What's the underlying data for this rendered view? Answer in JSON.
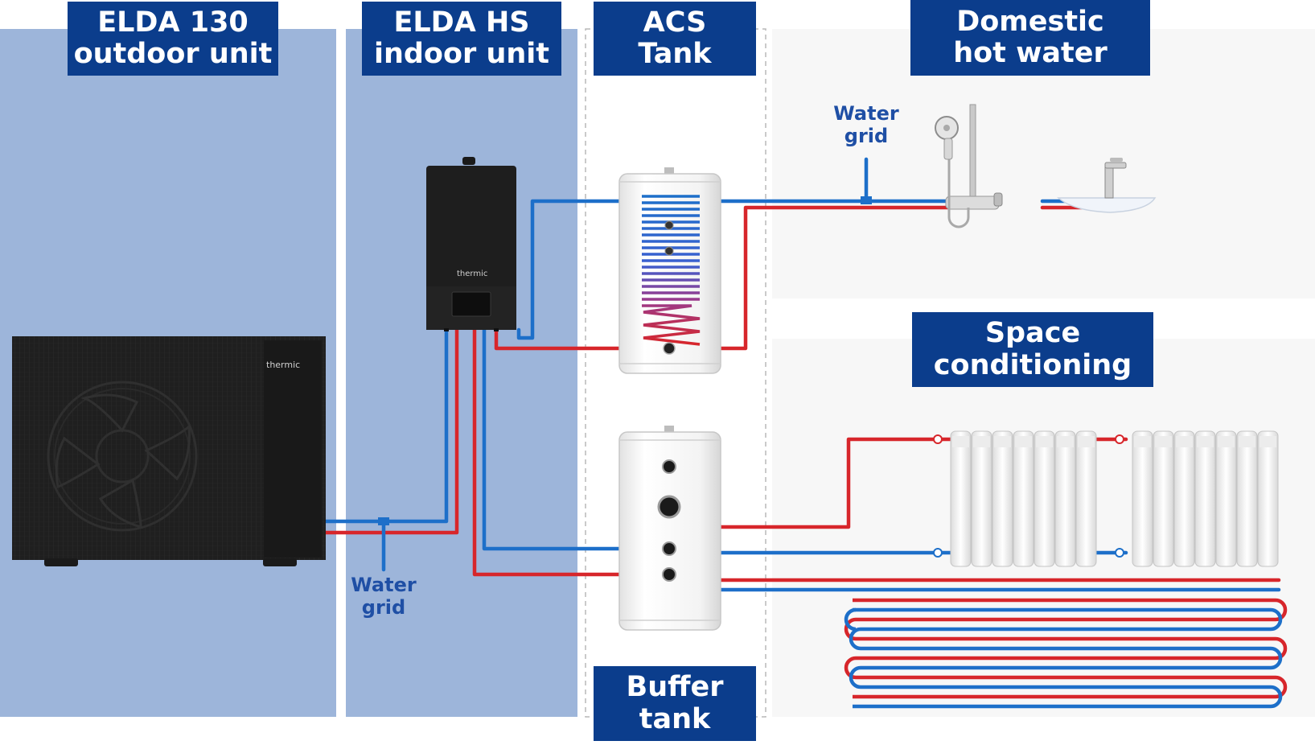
{
  "sections": {
    "outdoor": {
      "line1": "ELDA 130",
      "line2": "outdoor unit"
    },
    "indoor": {
      "line1": "ELDA HS",
      "line2": "indoor unit"
    },
    "acs": {
      "line1": "ACS",
      "line2": "Tank"
    },
    "dhw": {
      "line1": "Domestic",
      "line2": "hot water"
    },
    "space": {
      "line1": "Space",
      "line2": "conditioning"
    },
    "buffer": {
      "line1": "Buffer",
      "line2": "tank"
    }
  },
  "labels": {
    "water_grid_top": {
      "line1": "Water",
      "line2": "grid"
    },
    "water_grid_bottom": {
      "line1": "Water",
      "line2": "grid"
    }
  },
  "brand": {
    "outdoor_logo": "thermic",
    "indoor_logo": "thermic"
  },
  "colors": {
    "panel_blue": "#9db5da",
    "title_navy": "#0b3d8c",
    "pipe_red": "#d7262b",
    "pipe_blue": "#1d6fc9",
    "unit_black": "#1e1e1e"
  }
}
